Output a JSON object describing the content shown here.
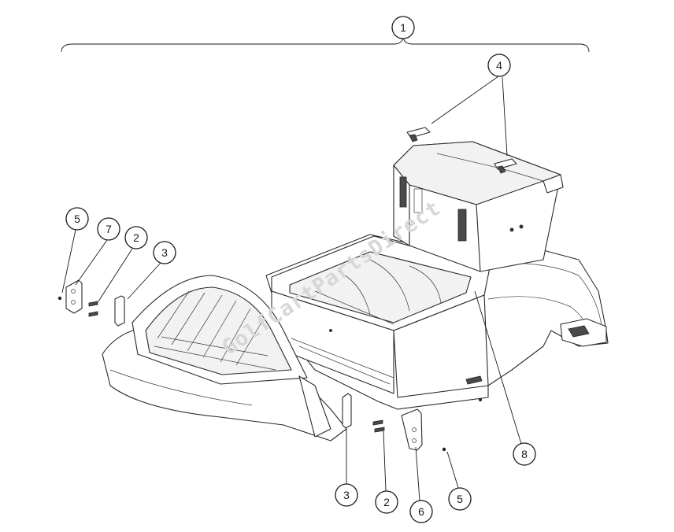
{
  "watermark": "GolfCartPartsDirect",
  "callouts": {
    "c1": "1",
    "c4": "4",
    "c5_left": "5",
    "c7": "7",
    "c2_left": "2",
    "c3_left": "3",
    "c8": "8",
    "c3_bottom": "3",
    "c2_bottom": "2",
    "c6": "6",
    "c5_bottom": "5"
  }
}
